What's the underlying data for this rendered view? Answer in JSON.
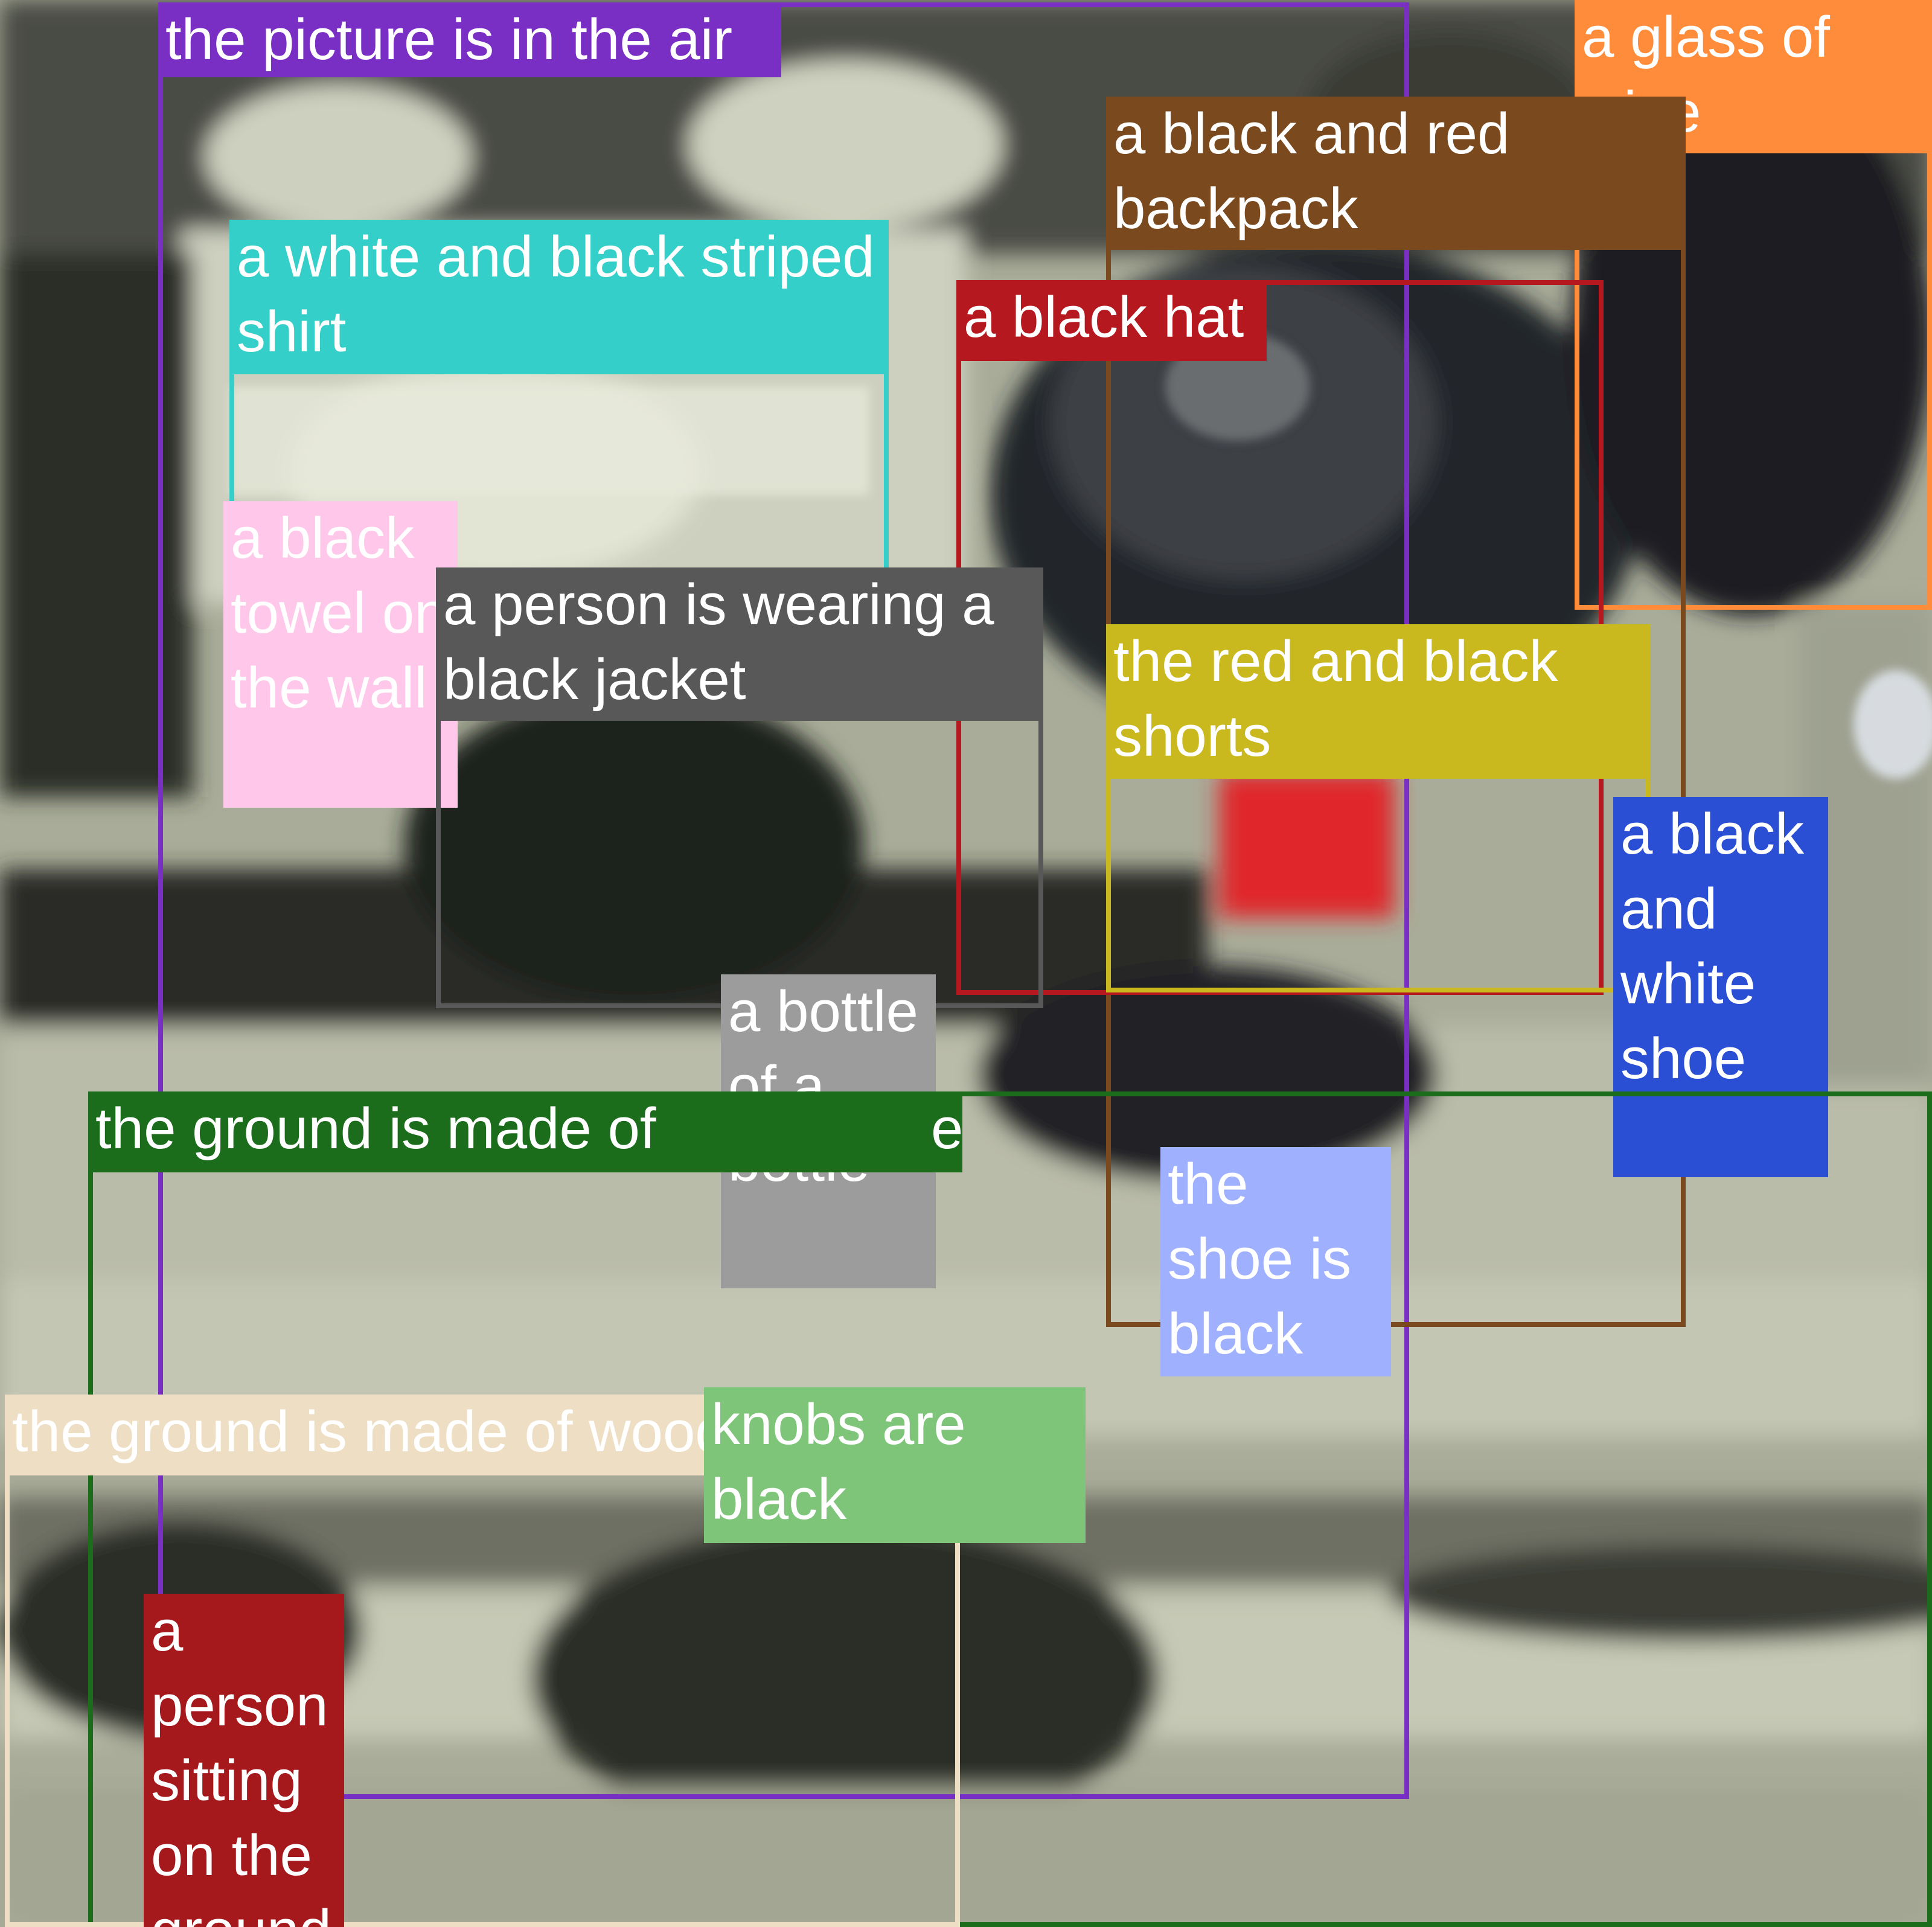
{
  "scene": {
    "description_icon": "blurry-photo-of-person-crouching-on-wooden-floor",
    "palette": {
      "floor_light": "#c4c7b4",
      "floor_mid": "#9fa290",
      "shadow": "#2a2d27",
      "highlight": "#e6e8d8",
      "shorts_red": "#e0282c"
    }
  },
  "annotations": [
    {
      "id": "air",
      "label": "the picture is in the air",
      "color": "#7a2fc4",
      "text_color": "#ffffff"
    },
    {
      "id": "wine",
      "label": "a glass of wine",
      "color": "#ff8c3a",
      "text_color": "#ffffff"
    },
    {
      "id": "backpack",
      "label": "a black and red backpack",
      "color": "#7a4a1e",
      "text_color": "#ffffff"
    },
    {
      "id": "shirt",
      "label": "a white and black striped shirt",
      "color": "#35cfc9",
      "text_color": "#ffffff"
    },
    {
      "id": "hat",
      "label": "a black hat",
      "color": "#b5181e",
      "text_color": "#ffffff"
    },
    {
      "id": "towel",
      "label": "a black towel on the wall",
      "color": "#ffc8ea",
      "text_color": "#ffffff"
    },
    {
      "id": "jacket",
      "label": "a person is wearing a black jacket",
      "color": "#585858",
      "text_color": "#ffffff"
    },
    {
      "id": "shorts",
      "label": "the red and black shorts",
      "color": "#c9b81e",
      "text_color": "#ffffff"
    },
    {
      "id": "shoe-bw",
      "label": "a black and white shoe",
      "color": "#2a4fd4",
      "text_color": "#ffffff"
    },
    {
      "id": "bottle",
      "label": "a bottle of a bottle",
      "color": "#9c9c9c",
      "text_color": "#ffffff"
    },
    {
      "id": "ground-green",
      "label": "the ground is made of",
      "label_tail": "e",
      "color": "#1b6c1b",
      "text_color": "#ffffff"
    },
    {
      "id": "shoe-black",
      "label": "the shoe is black",
      "color": "#9fb0ff",
      "text_color": "#ffffff"
    },
    {
      "id": "ground-wood",
      "label": "the ground is made of wood",
      "color": "#eedfc4",
      "text_color": "#ffffff"
    },
    {
      "id": "knobs",
      "label": "knobs are black",
      "color": "#7ec57a",
      "text_color": "#ffffff"
    },
    {
      "id": "sitting",
      "label": "a person sitting on the ground",
      "color": "#a5181c",
      "text_color": "#ffffff"
    }
  ]
}
